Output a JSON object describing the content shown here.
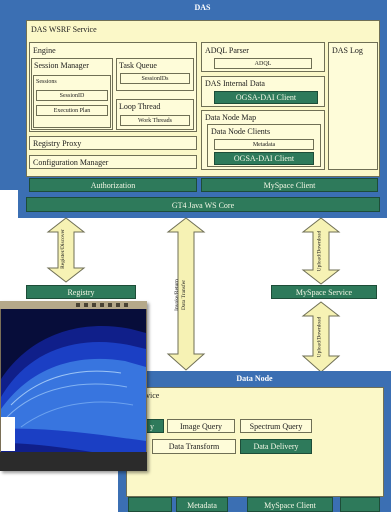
{
  "das": {
    "title": "DAS",
    "wsrf_service": "DAS WSRF Service",
    "engine": {
      "label": "Engine",
      "session_manager": "Session Manager",
      "sessions": "Sessions",
      "session_id": "SessionID",
      "execution_plan": "Execution Plan",
      "task_queue": "Task Queue",
      "session_ids": "SessionIDs",
      "loop_thread": "Loop Thread",
      "work_threads": "Work Threads"
    },
    "adql_parser": "ADQL Parser",
    "adql": "ADQL",
    "das_log": "DAS Log",
    "das_internal_data": "DAS Internal Data",
    "ogsa_dai_client": "OGSA-DAI Client",
    "data_node_map": "Data Node Map",
    "data_node_clients": "Data Node Clients",
    "metadata": "Metadata",
    "ogsa_dai_client_2": "OGSA-DAI Client",
    "registry_proxy": "Registry Proxy",
    "configuration_manager": "Configuration Manager",
    "authorization": "Authorization",
    "myspace_client": "MySpace Client",
    "gt4_core": "GT4 Java WS Core"
  },
  "external": {
    "registry": "Registry",
    "myspace_service": "MySpace Service"
  },
  "arrows": {
    "register_discover": "Register/Discover",
    "invoke_return": "Invoke/Return",
    "data_transfer": "Data Transfer",
    "upload_download_1": "Upload/Download",
    "upload_download_2": "Upload/Download"
  },
  "data_node": {
    "title": "Data Node",
    "service_fragment": "vice",
    "y_fragment": "y",
    "image_query": "Image Query",
    "spectrum_query": "Spectrum Query",
    "data_transform": "Data Transform",
    "data_delivery": "Data Delivery",
    "metadata": "Metadata",
    "myspace_client": "MySpace Client"
  },
  "colors": {
    "frame_blue": "#3b6fb3",
    "panel_yellow": "#fbf8c8",
    "component_green": "#2e7a5b",
    "arrow_fill": "#f6f2b4"
  }
}
